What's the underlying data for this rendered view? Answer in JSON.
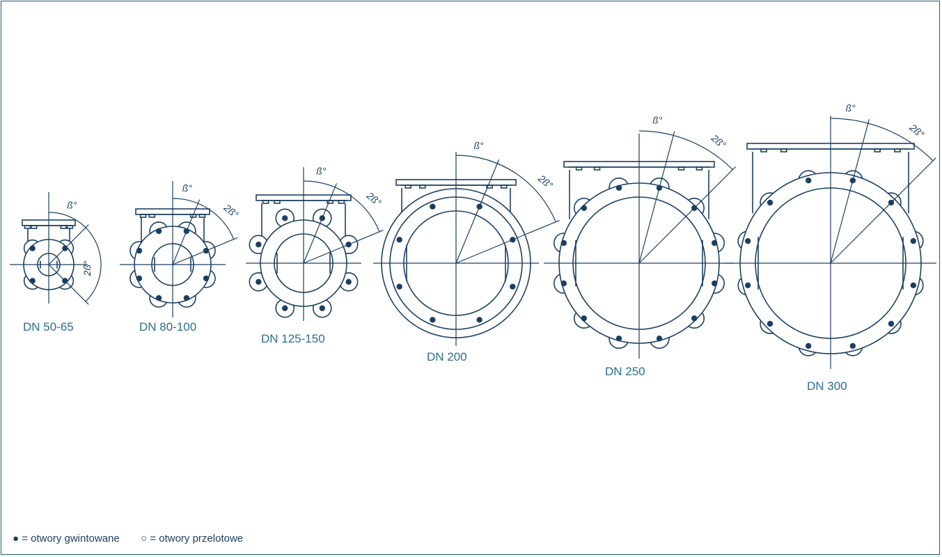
{
  "colors": {
    "line": "#1c3f60",
    "label": "#2c6e8a",
    "frame": "#1c5b73"
  },
  "angle_labels": {
    "beta": "ß°",
    "two_beta": "2ß°"
  },
  "sizes": [
    {
      "label": "DN 50-65",
      "threaded_holes": 4
    },
    {
      "label": "DN 80-100",
      "threaded_holes": 8
    },
    {
      "label": "DN 125-150",
      "threaded_holes": 8
    },
    {
      "label": "DN 200",
      "threaded_holes": 8
    },
    {
      "label": "DN 250",
      "threaded_holes": 12
    },
    {
      "label": "DN 300",
      "threaded_holes": 12
    }
  ],
  "legend": {
    "filled_symbol": "●",
    "filled_text": "= otwory gwintowane",
    "open_symbol": "○",
    "open_text": "= otwory przelotowe"
  }
}
